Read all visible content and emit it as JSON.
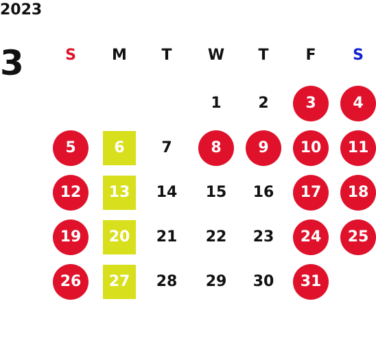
{
  "calendar": {
    "year": "2023",
    "month": "3",
    "weekdays": [
      "S",
      "M",
      "T",
      "W",
      "T",
      "F",
      "S"
    ],
    "weekday_colors": [
      "#e0112b",
      "#111111",
      "#111111",
      "#111111",
      "#111111",
      "#111111",
      "#1222d0"
    ],
    "colors": {
      "holiday_circle": "#e0112b",
      "highlight_square": "#d8df1c",
      "text": "#111111"
    },
    "weeks": [
      [
        {
          "day": "",
          "style": ""
        },
        {
          "day": "",
          "style": ""
        },
        {
          "day": "",
          "style": ""
        },
        {
          "day": "1",
          "style": ""
        },
        {
          "day": "2",
          "style": ""
        },
        {
          "day": "3",
          "style": "red"
        },
        {
          "day": "4",
          "style": "red"
        }
      ],
      [
        {
          "day": "5",
          "style": "red"
        },
        {
          "day": "6",
          "style": "yellow"
        },
        {
          "day": "7",
          "style": ""
        },
        {
          "day": "8",
          "style": "red"
        },
        {
          "day": "9",
          "style": "red"
        },
        {
          "day": "10",
          "style": "red"
        },
        {
          "day": "11",
          "style": "red"
        }
      ],
      [
        {
          "day": "12",
          "style": "red"
        },
        {
          "day": "13",
          "style": "yellow"
        },
        {
          "day": "14",
          "style": ""
        },
        {
          "day": "15",
          "style": ""
        },
        {
          "day": "16",
          "style": ""
        },
        {
          "day": "17",
          "style": "red"
        },
        {
          "day": "18",
          "style": "red"
        }
      ],
      [
        {
          "day": "19",
          "style": "red"
        },
        {
          "day": "20",
          "style": "yellow"
        },
        {
          "day": "21",
          "style": ""
        },
        {
          "day": "22",
          "style": ""
        },
        {
          "day": "23",
          "style": ""
        },
        {
          "day": "24",
          "style": "red"
        },
        {
          "day": "25",
          "style": "red"
        }
      ],
      [
        {
          "day": "26",
          "style": "red"
        },
        {
          "day": "27",
          "style": "yellow"
        },
        {
          "day": "28",
          "style": ""
        },
        {
          "day": "29",
          "style": ""
        },
        {
          "day": "30",
          "style": ""
        },
        {
          "day": "31",
          "style": "red"
        },
        {
          "day": "",
          "style": ""
        }
      ]
    ]
  }
}
